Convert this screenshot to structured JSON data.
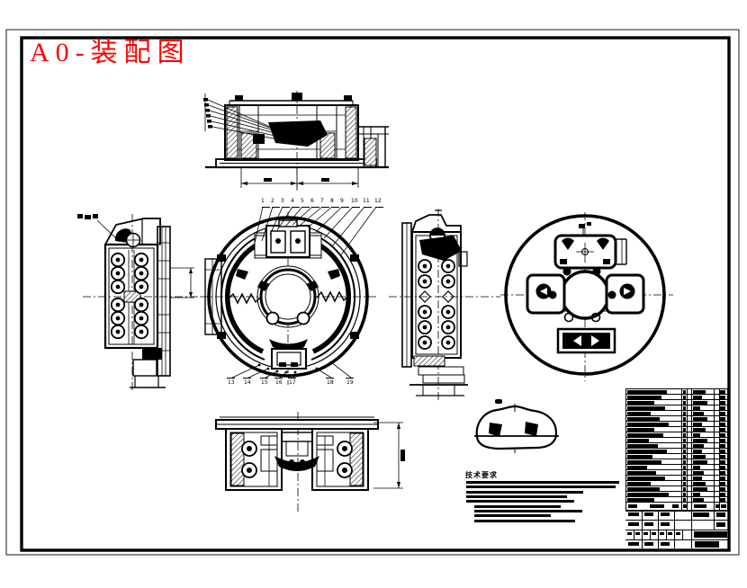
{
  "drawing": {
    "label": "A0-装配图",
    "label_color": "#ff0000"
  },
  "notes": {
    "heading": "技术要求",
    "line_count": 9
  },
  "balloons": {
    "top": [
      "1",
      "2",
      "3",
      "4",
      "5",
      "6",
      "7",
      "8",
      "9",
      "10",
      "11",
      "12"
    ],
    "bottom": [
      "13",
      "14",
      "15",
      "16",
      "17",
      "18",
      "19"
    ]
  },
  "parts_table": {
    "row_count": 21
  },
  "colors": {
    "line": "#000000",
    "background": "#ffffff",
    "accent": "#ff0000"
  }
}
